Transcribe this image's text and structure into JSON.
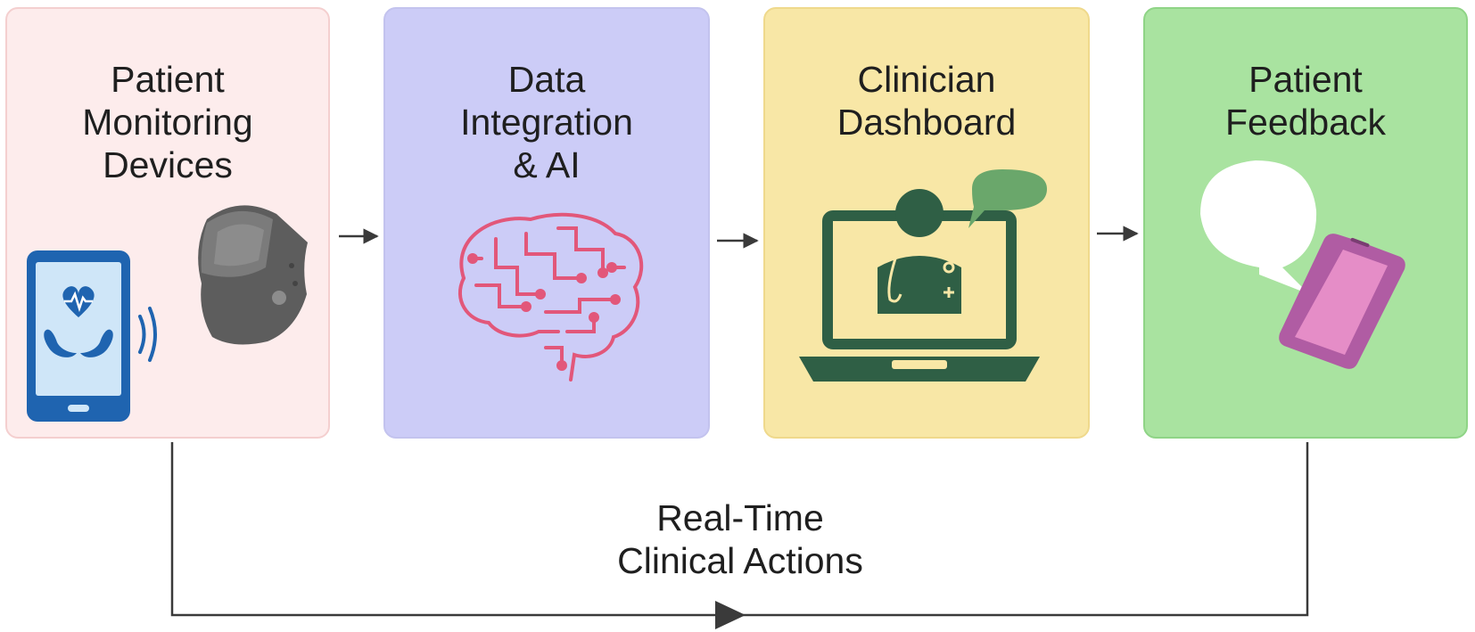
{
  "panels": [
    {
      "title": "Patient\nMonitoring\nDevices",
      "color": "#fdecec"
    },
    {
      "title": "Data\nIntegration\n& AI",
      "color": "#ccccf7"
    },
    {
      "title": "Clinician\nDashboard",
      "color": "#f8e7a6"
    },
    {
      "title": "Patient\nFeedback",
      "color": "#a9e3a0"
    }
  ],
  "feedback_loop": {
    "label": "Real-Time\nClinical Actions"
  },
  "colors": {
    "arrow": "#3a3a3a",
    "phone_blue": "#1f64b0",
    "phone_light": "#cfe6f8",
    "watch": "#5d5d5d",
    "brain": "#e2577a",
    "clinician_green": "#2f5f45",
    "bubble_green": "#6aa76b",
    "phone_purple": "#b05ca3",
    "phone_pink": "#e58dc7"
  },
  "icons": [
    "tablet-heart-icon",
    "smartwatch-icon",
    "ai-brain-icon",
    "laptop-clinician-icon",
    "speech-bubble-icon",
    "smartphone-icon"
  ]
}
